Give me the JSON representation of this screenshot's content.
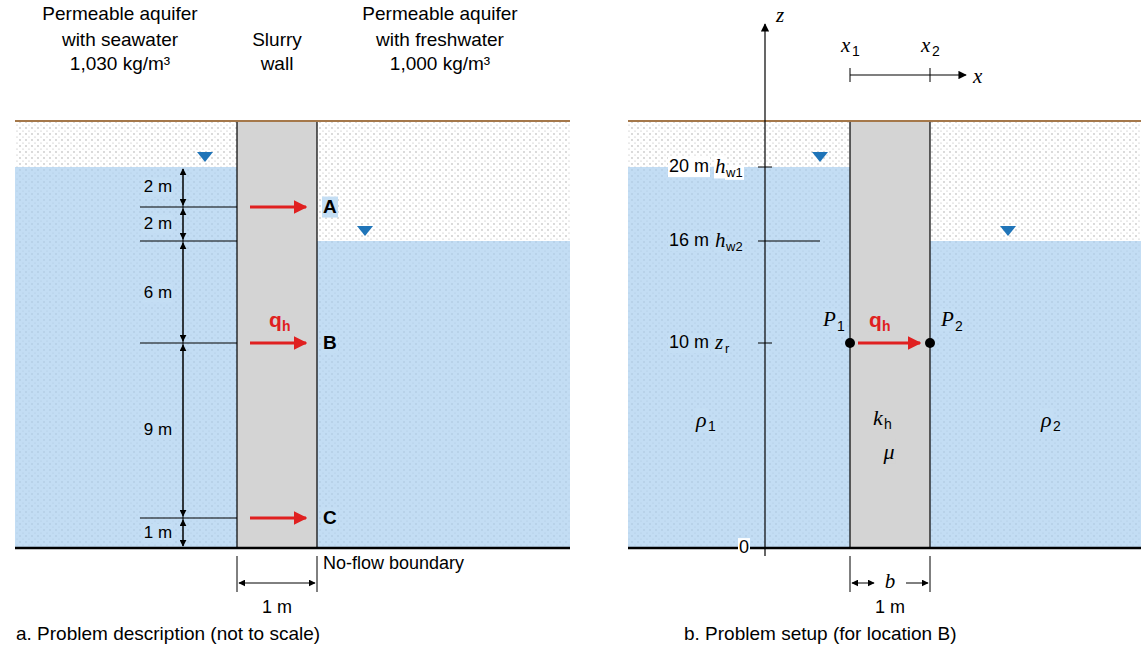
{
  "diagram": {
    "labels": [
      "Permeable aquifer",
      "with seawater",
      "1,030 kg/m³",
      "Slurry",
      "wall",
      "Permeable aquifer",
      "with freshwater",
      "1,000 kg/m³",
      "2 m",
      "2 m",
      "6 m",
      "9 m",
      "1 m",
      "A",
      "B",
      "C",
      "q",
      "h",
      "No-flow boundary",
      "1 m",
      "a. Problem description (not to scale)",
      "z",
      "x",
      "1",
      "x",
      "2",
      "x",
      "20 m",
      "h",
      "w1",
      "16 m",
      "h",
      "w2",
      "10 m",
      "z",
      "r",
      "P",
      "1",
      "q",
      "h",
      "P",
      "2",
      "ρ",
      "1",
      "k",
      "h",
      "μ",
      "ρ",
      "2",
      "0",
      "b",
      "1 m",
      "b. Problem setup (for location B)"
    ]
  }
}
